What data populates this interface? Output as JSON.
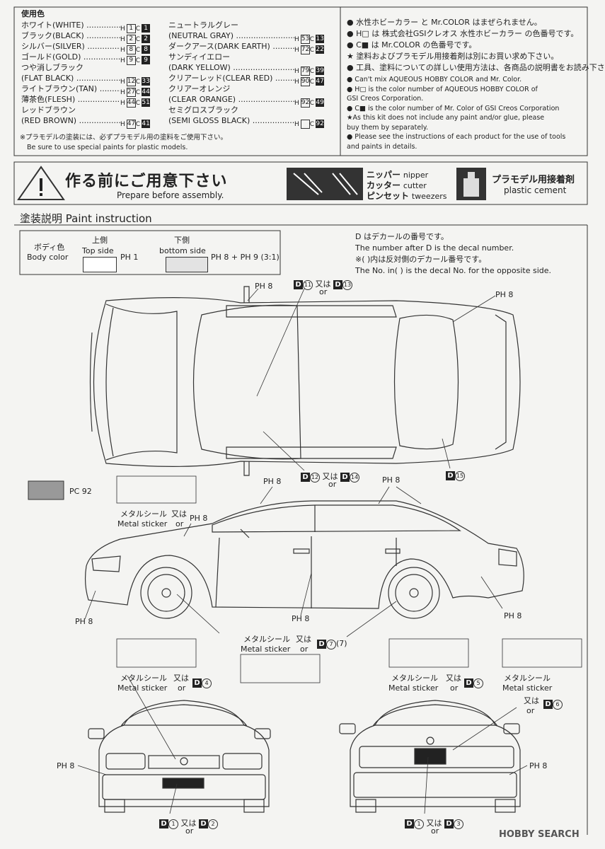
{
  "colors_header": "使用色",
  "colors_left": [
    {
      "jp": "ホワイト(WHITE)",
      "h": "1",
      "c": "1"
    },
    {
      "jp": "ブラック(BLACK)",
      "h": "2",
      "c": "2"
    },
    {
      "jp": "シルバー(SILVER)",
      "h": "8",
      "c": "8"
    },
    {
      "jp": "ゴールド(GOLD)",
      "h": "9",
      "c": "9"
    },
    {
      "jp": "つや消しブラック",
      "h": "",
      "c": ""
    },
    {
      "jp": "(FLAT BLACK)",
      "h": "12",
      "c": "33"
    },
    {
      "jp": "ライトブラウン(TAN)",
      "h": "27",
      "c": "44"
    },
    {
      "jp": "薄茶色(FLESH)",
      "h": "44",
      "c": "51"
    },
    {
      "jp": "レッドブラウン",
      "h": "",
      "c": ""
    },
    {
      "jp": "(RED BROWN)",
      "h": "47",
      "c": "41"
    }
  ],
  "colors_right": [
    {
      "jp": "ニュートラルグレー",
      "h": "",
      "c": ""
    },
    {
      "jp": "(NEUTRAL GRAY)",
      "h": "53",
      "c": "13"
    },
    {
      "jp": "ダークアース(DARK EARTH)",
      "h": "72",
      "c": "22"
    },
    {
      "jp": "サンディイエロー",
      "h": "",
      "c": ""
    },
    {
      "jp": "(DARK YELLOW)",
      "h": "79",
      "c": "39"
    },
    {
      "jp": "クリアーレッド(CLEAR RED)",
      "h": "90",
      "c": "47"
    },
    {
      "jp": "クリアーオレンジ",
      "h": "",
      "c": ""
    },
    {
      "jp": "(CLEAR ORANGE)",
      "h": "92",
      "c": "49"
    },
    {
      "jp": "セミグロスブラック",
      "h": "",
      "c": ""
    },
    {
      "jp": "(SEMI GLOSS BLACK)",
      "h": "",
      "c": "92"
    }
  ],
  "plastic_note_jp": "※プラモデルの塗装には、必ずプラモデル用の塗料をご使用下さい。",
  "plastic_note_en": "Be sure to use special paints for plastic models.",
  "notes_jp": [
    "● 水性ホビーカラー と Mr.COLOR はまぜられません。",
    "● H□ は 株式会社GSIクレオス 水性ホビーカラー の色番号です。",
    "● C■ は Mr.COLOR の色番号です。",
    "★ 塗料およびプラモデル用接着剤は別にお買い求め下さい。",
    "● 工具、塗料についての詳しい使用方法は、各商品の説明書をお読み下さい。"
  ],
  "notes_en": [
    "● Can't mix AQUEOUS HOBBY COLOR and Mr. Color.",
    "● H□ is the color number of AQUEOUS HOBBY COLOR of",
    "   GSI Creos Corporation.",
    "● C■ is the color number of Mr. Color of GSI Creos Corporation",
    "★As this kit does not include any paint and/or glue, please",
    "   buy them by separately.",
    "● Please see the instructions of each product for the use of tools",
    "   and paints in details."
  ],
  "prep": {
    "title_jp": "作る前にご用意下さい",
    "title_en": "Prepare before assembly.",
    "tools": [
      {
        "jp": "ニッパー",
        "en": "nipper"
      },
      {
        "jp": "カッター",
        "en": "cutter"
      },
      {
        "jp": "ピンセット",
        "en": "tweezers"
      }
    ],
    "cement_jp": "プラモデル用接着剤",
    "cement_en": "plastic cement"
  },
  "paint_title": "塗装説明  Paint instruction",
  "body_color": {
    "label_jp": "ボディ色",
    "label_en": "Body color",
    "top_jp": "上側",
    "top_en": "Top side",
    "top_code": "PH 1",
    "bottom_jp": "下側",
    "bottom_en": "bottom side",
    "bottom_code": "PH 8 + PH 9 (3:1)"
  },
  "decal_notes": [
    "D はデカールの番号です。",
    "The number after D is the decal number.",
    "※(  )内は反対側のデカール番号です。",
    "The No. in(  ) is the decal No. for the opposite side."
  ],
  "callouts": {
    "ph8": "PH 8",
    "pc92": "PC 92",
    "matai": "又は",
    "or": "or",
    "metal_jp": "メタルシール",
    "metal_en": "Metal sticker",
    "d11": "11",
    "d13": "13",
    "d12": "12",
    "d14": "14",
    "d15": "15",
    "d7": "7",
    "d7p": "(7)",
    "d4": "4",
    "d5": "5",
    "d6": "6",
    "d1": "1",
    "d2": "2",
    "d3": "3"
  },
  "watermark": "HOBBY SEARCH"
}
